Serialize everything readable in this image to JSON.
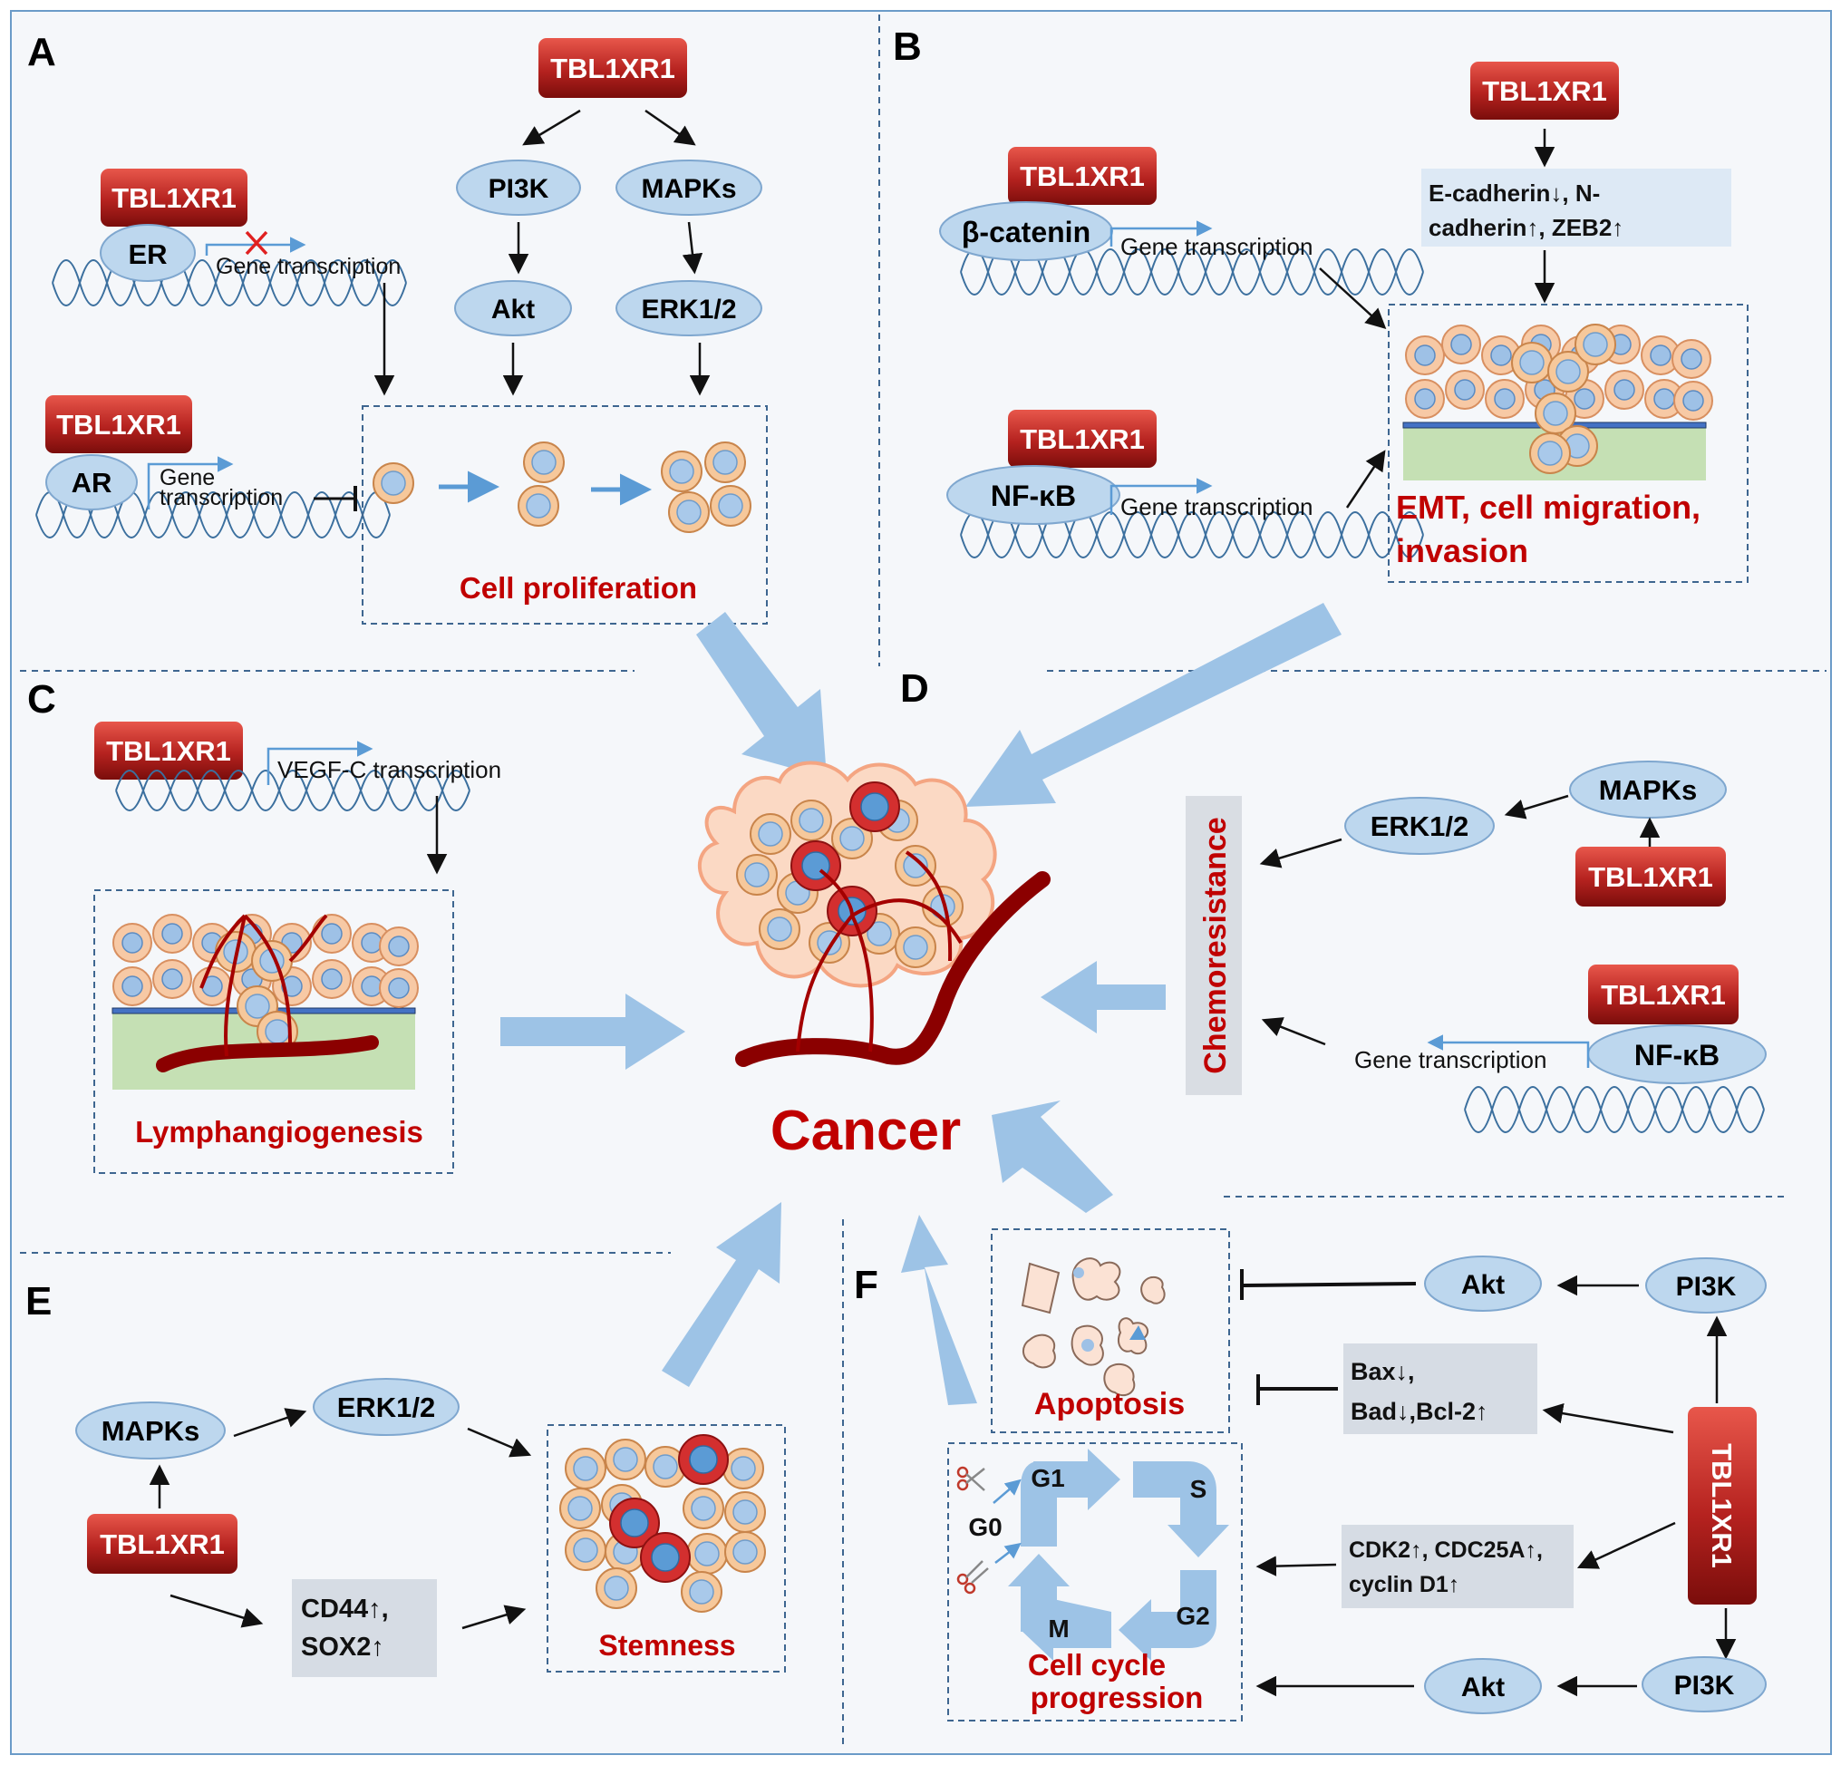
{
  "panels": {
    "a": "A",
    "b": "B",
    "c": "C",
    "d": "D",
    "e": "E",
    "f": "F"
  },
  "gene": "TBL1XR1",
  "center": {
    "label": "Cancer"
  },
  "a": {
    "pi3k": "PI3K",
    "mapks": "MAPKs",
    "akt": "Akt",
    "erk": "ERK1/2",
    "er": "ER",
    "er_gene": "Gene transcription",
    "ar": "AR",
    "ar_gene_1": "Gene",
    "ar_gene_2": "transcription",
    "outcome": "Cell proliferation"
  },
  "b": {
    "bcat": "β-catenin",
    "bcat_gene": "Gene transcription",
    "nfkb": "NF-κB",
    "nfkb_gene": "Gene transcription",
    "markers_1": "E-cadherin↓, N-",
    "markers_2": "cadherin↑, ZEB2↑",
    "outcome_1": "EMT, cell migration,",
    "outcome_2": "invasion"
  },
  "c": {
    "vegf": "VEGF-C transcription",
    "outcome": "Lymphangiogenesis"
  },
  "d": {
    "erk": "ERK1/2",
    "mapks": "MAPKs",
    "nfkb": "NF-κB",
    "gene": "Gene transcription",
    "outcome": "Chemoresistance"
  },
  "e": {
    "mapks": "MAPKs",
    "erk": "ERK1/2",
    "markers_1": "CD44↑,",
    "markers_2": "SOX2↑",
    "outcome": "Stemness"
  },
  "f": {
    "akt_top": "Akt",
    "pi3k_top": "PI3K",
    "akt_bottom": "Akt",
    "pi3k_bottom": "PI3K",
    "bax_1": "Bax↓,",
    "bax_2": "Bad↓,Bcl-2↑",
    "cdk_1": "CDK2↑, CDC25A↑,",
    "cdk_2": "cyclin D1↑",
    "apoptosis": "Apoptosis",
    "g0": "G0",
    "g1": "G1",
    "s": "S",
    "g2": "G2",
    "m": "M",
    "cycle_1": "Cell cycle",
    "cycle_2": "progression"
  },
  "colors": {
    "red_box": "#b5221f",
    "oval": "#bdd7ee",
    "outcome_text": "#c00000",
    "big_arrow": "#9dc3e6",
    "dna": "#3b6f9e",
    "bg": "#f5f7fa"
  }
}
